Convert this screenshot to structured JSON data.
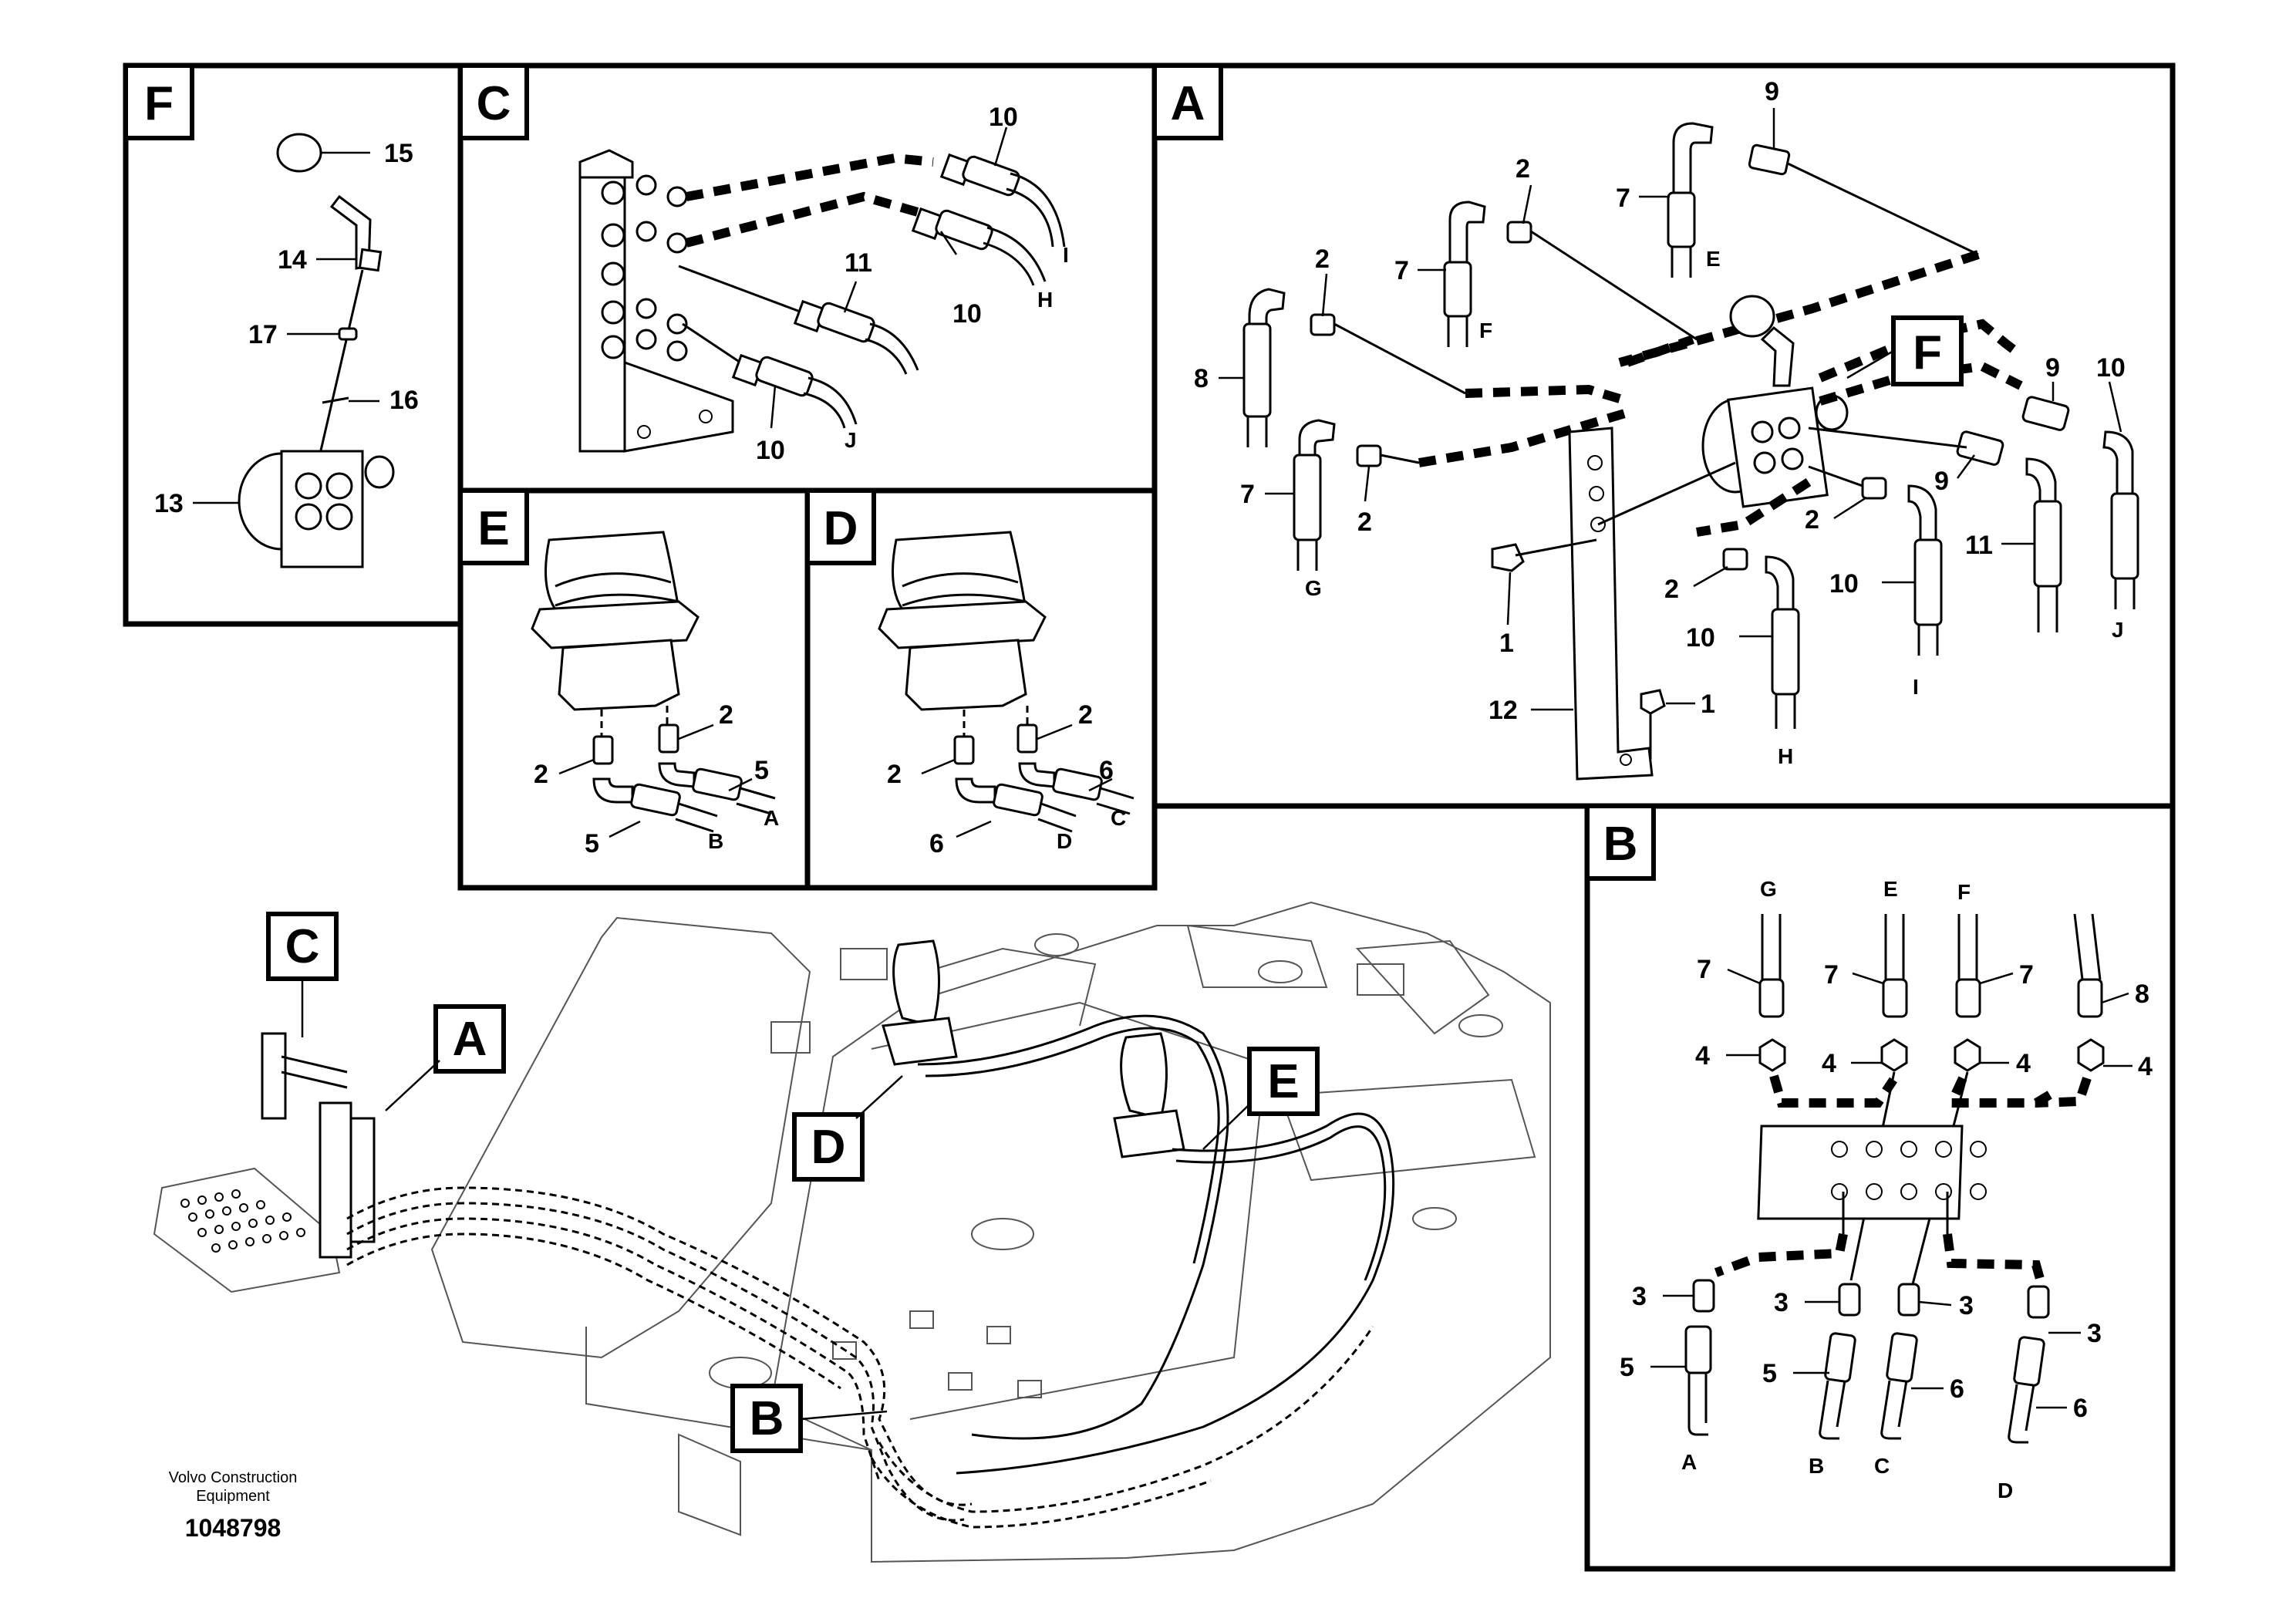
{
  "document": {
    "manufacturer_line1": "Volvo Construction",
    "manufacturer_line2": "Equipment",
    "drawing_number": "1048798"
  },
  "panels": {
    "F": {
      "tag": "F"
    },
    "C": {
      "tag": "C"
    },
    "A": {
      "tag": "A"
    },
    "E": {
      "tag": "E"
    },
    "D": {
      "tag": "D"
    },
    "B": {
      "tag": "B"
    }
  },
  "overview_tags": {
    "C": "C",
    "A": "A",
    "D": "D",
    "E": "E",
    "B": "B"
  },
  "callouts": {
    "F": {
      "c15": "15",
      "c14": "14",
      "c17": "17",
      "c16": "16",
      "c13": "13"
    },
    "C": {
      "c10a": "10",
      "c10b": "10",
      "c10c": "10",
      "c11": "11",
      "hI": "I",
      "hH": "H",
      "hJ": "J"
    },
    "A": {
      "c9a": "9",
      "c7a": "7",
      "hE": "E",
      "c2a": "2",
      "c7b": "7",
      "hF": "F",
      "c2b": "2",
      "c8": "8",
      "c7c": "7",
      "c2c": "2",
      "hG": "G",
      "tagF": "F",
      "c9b": "9",
      "c10a": "10",
      "c9c": "9",
      "c11": "11",
      "c2d": "2",
      "c10b": "10",
      "c2e": "2",
      "c10c": "10",
      "c1a": "1",
      "c1b": "1",
      "c12": "12",
      "hI": "I",
      "hJ": "J",
      "hH": "H"
    },
    "E": {
      "c2a": "2",
      "c2b": "2",
      "c5a": "5",
      "c5b": "5",
      "hA": "A",
      "hB": "B"
    },
    "D": {
      "c2a": "2",
      "c2b": "2",
      "c6a": "6",
      "c6b": "6",
      "hC": "C",
      "hD": "D"
    },
    "B": {
      "hG": "G",
      "hE": "E",
      "hF": "F",
      "c7a": "7",
      "c7b": "7",
      "c7c": "7",
      "c8": "8",
      "c4a": "4",
      "c4b": "4",
      "c4c": "4",
      "c4d": "4",
      "c3a": "3",
      "c3b": "3",
      "c3c": "3",
      "c3d": "3",
      "c5a": "5",
      "c5b": "5",
      "c6a": "6",
      "c6b": "6",
      "hA": "A",
      "hB": "B",
      "hC": "C",
      "hD": "D"
    }
  }
}
